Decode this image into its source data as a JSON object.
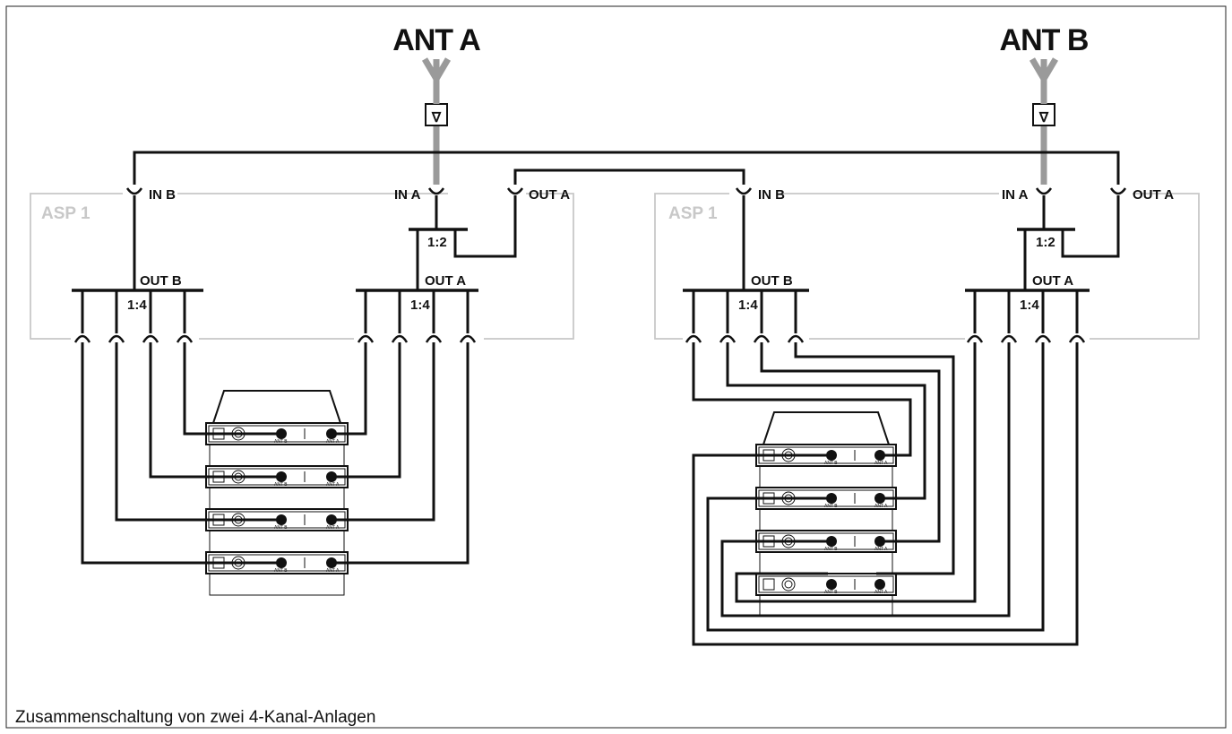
{
  "antennas": {
    "a": {
      "label": "ANT A",
      "amp_symbol": "∇"
    },
    "b": {
      "label": "ANT B",
      "amp_symbol": "∇"
    }
  },
  "splitters": [
    {
      "name": "ASP 1",
      "in_b": "IN B",
      "in_a": "IN A",
      "out_a_port": "OUT A",
      "split_ratio": "1:2",
      "out_b_bus": "OUT B",
      "out_a_bus": "OUT A",
      "ratio_b": "1:4",
      "ratio_a": "1:4"
    },
    {
      "name": "ASP 1",
      "in_b": "IN B",
      "in_a": "IN A",
      "out_a_port": "OUT A",
      "split_ratio": "1:2",
      "out_b_bus": "OUT B",
      "out_a_bus": "OUT A",
      "ratio_b": "1:4",
      "ratio_a": "1:4"
    }
  ],
  "receiver": {
    "jack_a": "ANT A",
    "jack_b": "ANT B"
  },
  "caption": "Zusammenschaltung von zwei 4-Kanal-Anlagen",
  "colors": {
    "line": "#111111",
    "antenna_mast": "#9a9a9a",
    "splitter_box": "#c8c8c8"
  }
}
